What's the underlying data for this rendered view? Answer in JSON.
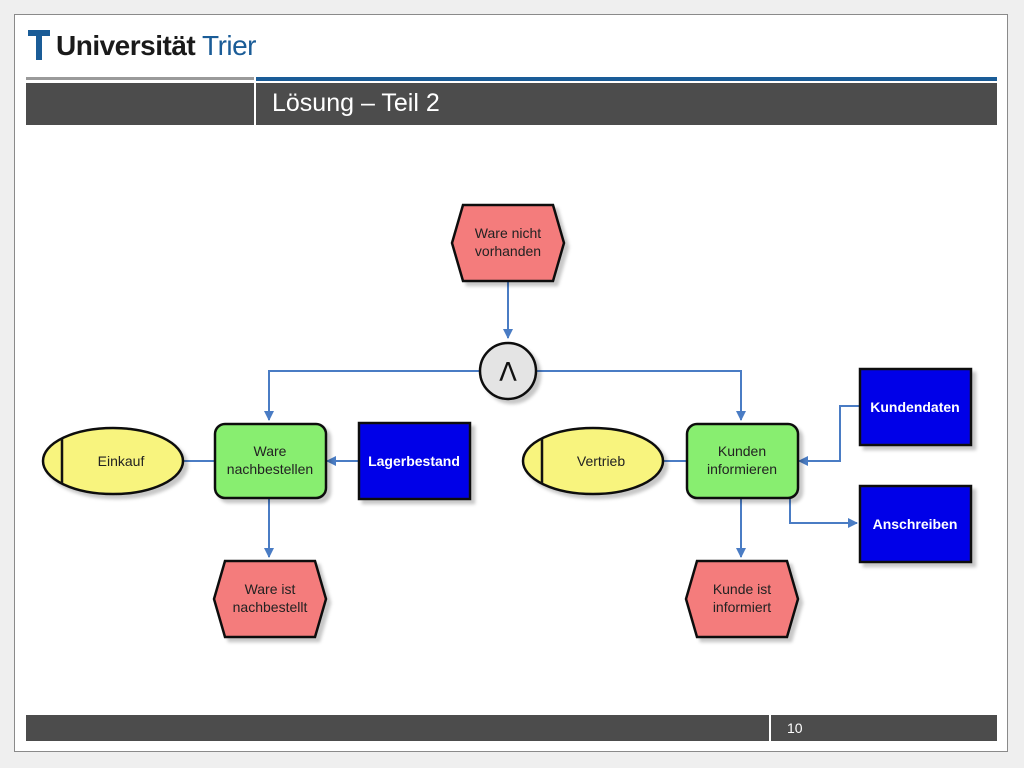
{
  "header": {
    "logo": {
      "word_university": "Universität",
      "word_city": "Trier"
    },
    "title": "Lösung – Teil 2",
    "colors": {
      "brand_blue": "#1a5c97",
      "bar_gray": "#4c4c4c"
    }
  },
  "diagram": {
    "events": {
      "ware_nicht_vorhanden": [
        "Ware nicht",
        "vorhanden"
      ],
      "ware_ist_nachbestellt": [
        "Ware ist",
        "nachbestellt"
      ],
      "kunde_ist_informiert": [
        "Kunde ist",
        "informiert"
      ]
    },
    "connector": "Λ",
    "functions": {
      "ware_nachbestellen": [
        "Ware",
        "nachbestellen"
      ],
      "kunden_informieren": [
        "Kunden",
        "informieren"
      ]
    },
    "org_units": {
      "einkauf": "Einkauf",
      "vertrieb": "Vertrieb"
    },
    "info_objects": {
      "lagerbestand": "Lagerbestand",
      "kundendaten": "Kundendaten",
      "anschreiben": "Anschreiben"
    },
    "colors": {
      "event": "#f47c7c",
      "function": "#88ee70",
      "org_unit": "#f8f47e",
      "info_object": "#0000e8",
      "connector": "#e4e4e4",
      "arrow": "#4a7cc4"
    }
  },
  "footer": {
    "page_number": "10"
  }
}
